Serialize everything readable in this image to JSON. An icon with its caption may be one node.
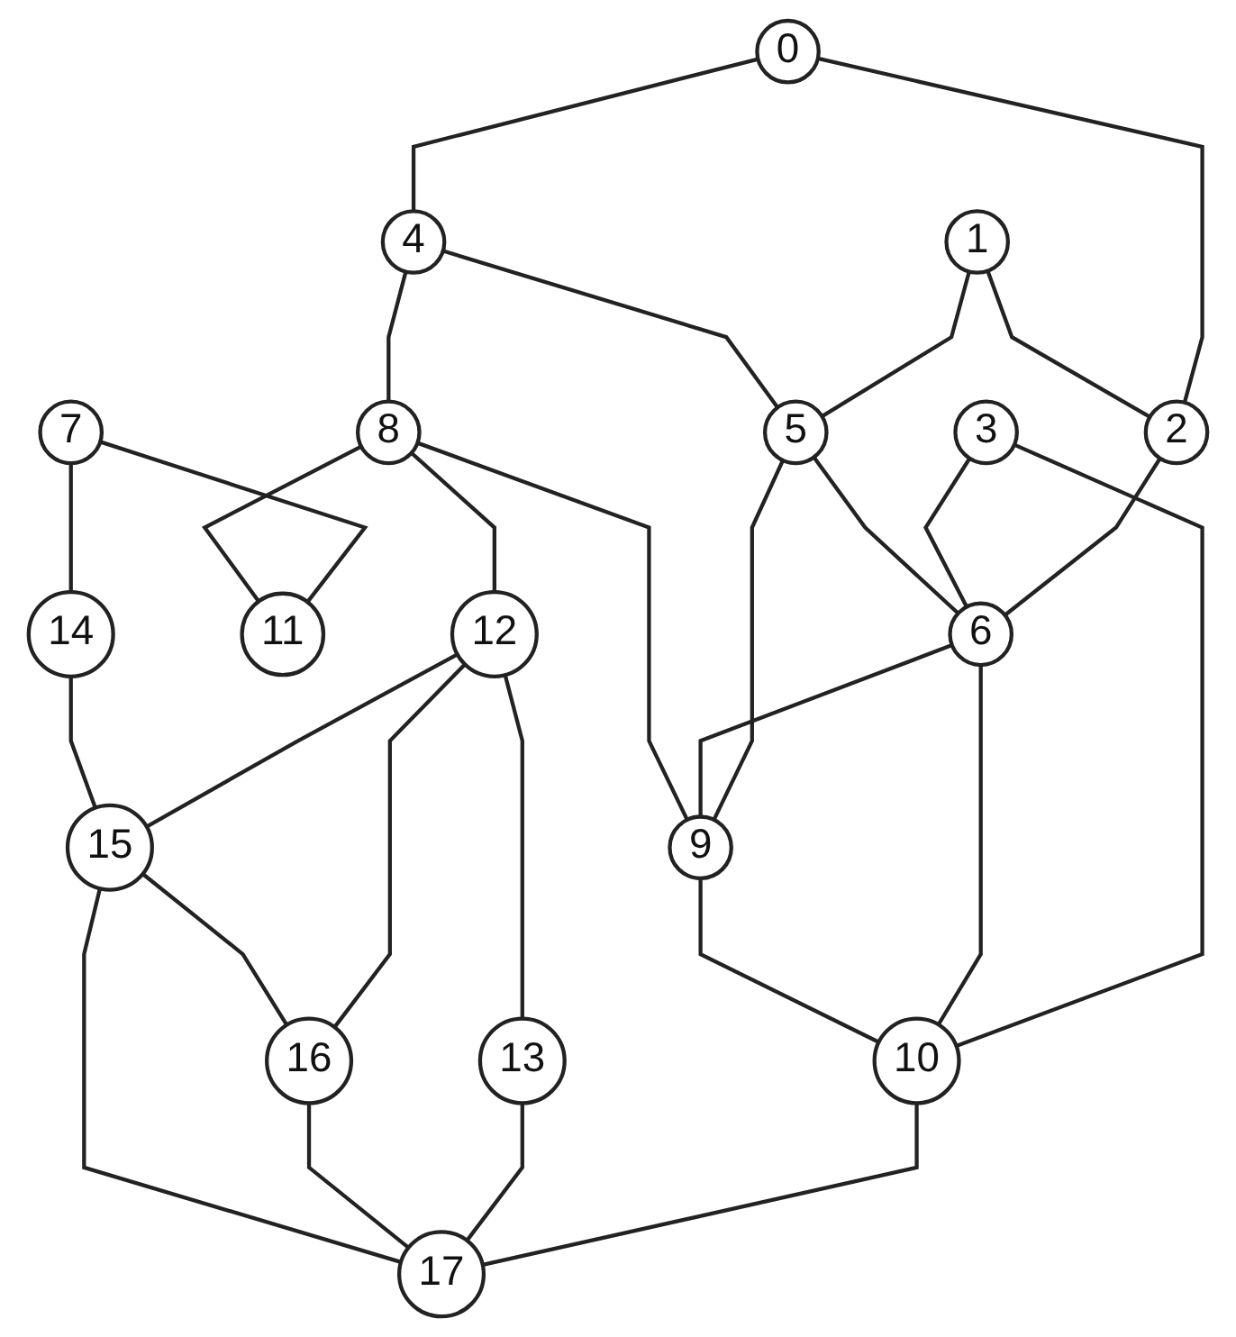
{
  "diagram": {
    "nodes": [
      {
        "text": [
          "0"
        ]
      },
      {
        "text": [
          "1"
        ]
      },
      {
        "text": [
          "2"
        ]
      },
      {
        "text": [
          "3"
        ]
      },
      {
        "text": [
          "4"
        ]
      },
      {
        "text": [
          "5"
        ]
      },
      {
        "text": [
          "6"
        ]
      },
      {
        "text": [
          "7"
        ]
      },
      {
        "text": [
          "8"
        ]
      },
      {
        "text": [
          "9"
        ]
      },
      {
        "text": [
          "10"
        ]
      },
      {
        "text": [
          "11"
        ]
      },
      {
        "text": [
          "12"
        ]
      },
      {
        "text": [
          "13"
        ]
      },
      {
        "text": [
          "14"
        ]
      },
      {
        "text": [
          "15"
        ]
      },
      {
        "text": [
          "16"
        ]
      },
      {
        "text": [
          "17"
        ]
      }
    ],
    "edges": [
      {
        "from": 0,
        "to": 2,
        "arrow": "none"
      },
      {
        "from": 1,
        "to": 2,
        "arrow": "none"
      },
      {
        "from": 0,
        "to": 4,
        "arrow": "none"
      },
      {
        "from": 1,
        "to": 5,
        "arrow": "none"
      },
      {
        "from": 2,
        "to": 6,
        "arrow": "none"
      },
      {
        "from": 3,
        "to": 6,
        "arrow": "none"
      },
      {
        "from": 3,
        "to": 10,
        "arrow": "none"
      },
      {
        "from": 4,
        "to": 5,
        "arrow": "none"
      },
      {
        "from": 5,
        "to": 6,
        "arrow": "none"
      },
      {
        "from": 4,
        "to": 8,
        "arrow": "none"
      },
      {
        "from": 5,
        "to": 9,
        "arrow": "none"
      },
      {
        "from": 6,
        "to": 9,
        "arrow": "none"
      },
      {
        "from": 6,
        "to": 10,
        "arrow": "none"
      },
      {
        "from": 7,
        "to": 11,
        "arrow": "none"
      },
      {
        "from": 7,
        "to": 14,
        "arrow": "none"
      },
      {
        "from": 8,
        "to": 11,
        "arrow": "none"
      },
      {
        "from": 8,
        "to": 9,
        "arrow": "none"
      },
      {
        "from": 9,
        "to": 10,
        "arrow": "none"
      },
      {
        "from": 8,
        "to": 12,
        "arrow": "none"
      },
      {
        "from": 10,
        "to": 17,
        "arrow": "none"
      },
      {
        "from": 12,
        "to": 13,
        "arrow": "none"
      },
      {
        "from": 12,
        "to": 15,
        "arrow": "none"
      },
      {
        "from": 12,
        "to": 16,
        "arrow": "none"
      },
      {
        "from": 13,
        "to": 17,
        "arrow": "none"
      },
      {
        "from": 14,
        "to": 15,
        "arrow": "none"
      },
      {
        "from": 15,
        "to": 16,
        "arrow": "none"
      },
      {
        "from": 16,
        "to": 17,
        "arrow": "none"
      },
      {
        "from": 15,
        "to": 17,
        "arrow": "none"
      }
    ]
  }
}
